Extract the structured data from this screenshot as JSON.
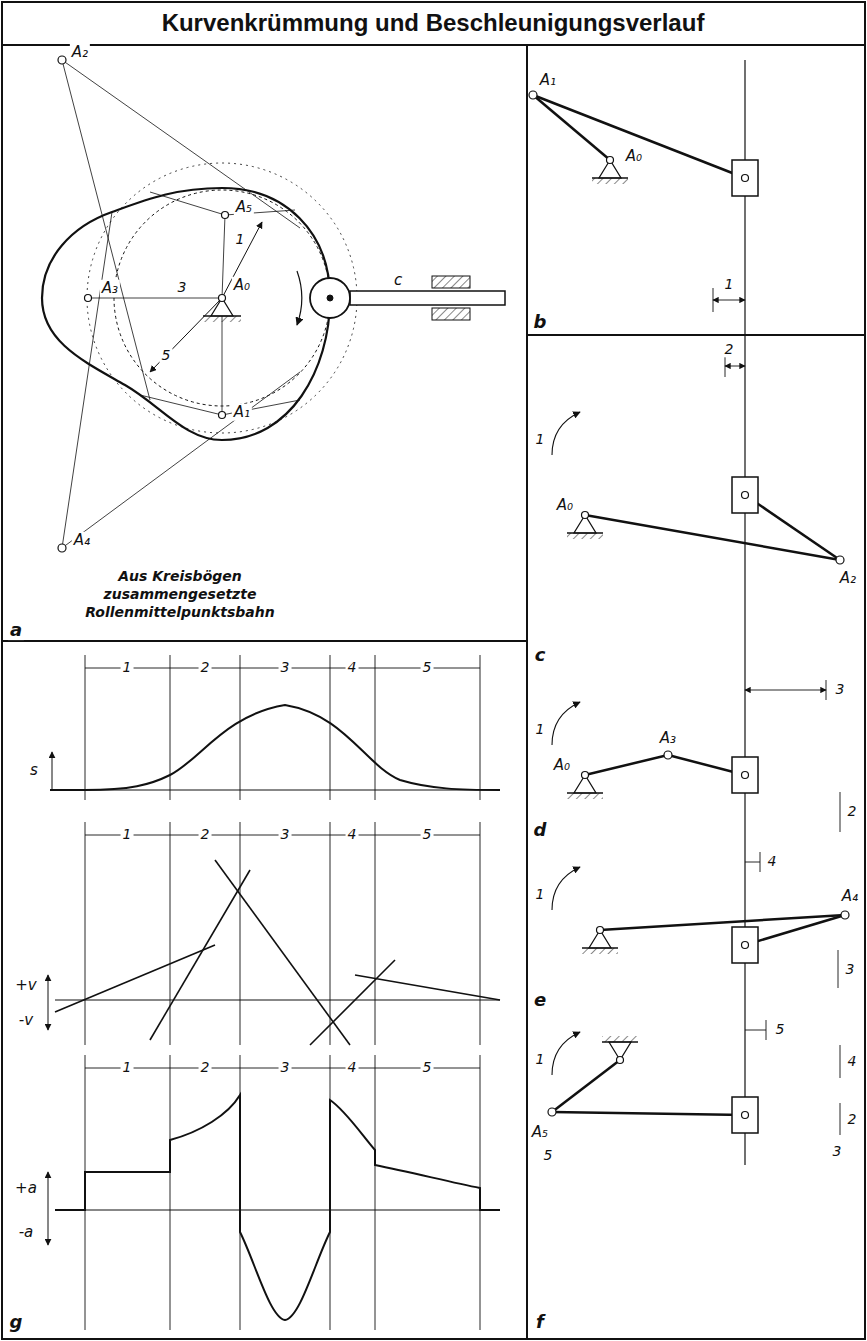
{
  "diagram": {
    "title": "Kurvenkrümmung und Beschleunigungsverlauf",
    "caption": "Aus Kreisbögen zusammengesetzte Rollenmittelpunktsbahn",
    "labels": [
      "A₂",
      "A₅",
      "1",
      "A₃",
      "3",
      "A₀",
      "c",
      "5",
      "A₁",
      "A₄",
      "a",
      "1",
      "2",
      "3",
      "4",
      "5",
      "s",
      "1",
      "2",
      "3",
      "4",
      "5",
      "+v",
      "-v",
      "1",
      "2",
      "3",
      "4",
      "5",
      "+a",
      "-a",
      "g",
      "A₁",
      "A₀",
      "1",
      "b",
      "2",
      "1",
      "A₀",
      "A₂",
      "c",
      "1",
      "3",
      "A₃",
      "A₀",
      "2",
      "d",
      "4",
      "1",
      "A₄",
      "3",
      "e",
      "1",
      "5",
      "4",
      "A₅",
      "5",
      "2",
      "3",
      "f"
    ]
  }
}
